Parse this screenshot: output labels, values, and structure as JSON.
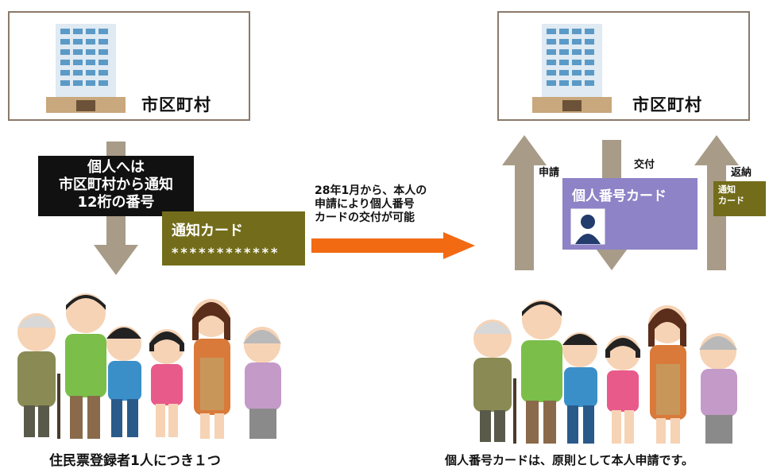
{
  "left": {
    "office_label": "市区町村",
    "notice_lines": [
      "個人へは",
      "市区町村から通知",
      "12桁の番号"
    ],
    "card_title": "通知カード",
    "card_number": "************",
    "caption": "住民票登録者1人につき１つ"
  },
  "middle": {
    "note_lines": [
      "28年1月から、本人の",
      "申請により個人番号",
      "カードの交付が可能"
    ]
  },
  "right": {
    "office_label": "市区町村",
    "apply_label": "申請",
    "issue_label": "交付",
    "return_label": "返納",
    "card_title": "個人番号カード",
    "small_card_lines": [
      "通知",
      "カード"
    ],
    "caption": "個人番号カードは、原則として本人申請です。"
  },
  "colors": {
    "arrow_brown": "#a89c88",
    "arrow_orange": "#f26a12",
    "card_green": "#736d1b",
    "card_purple": "#8d83c6"
  }
}
